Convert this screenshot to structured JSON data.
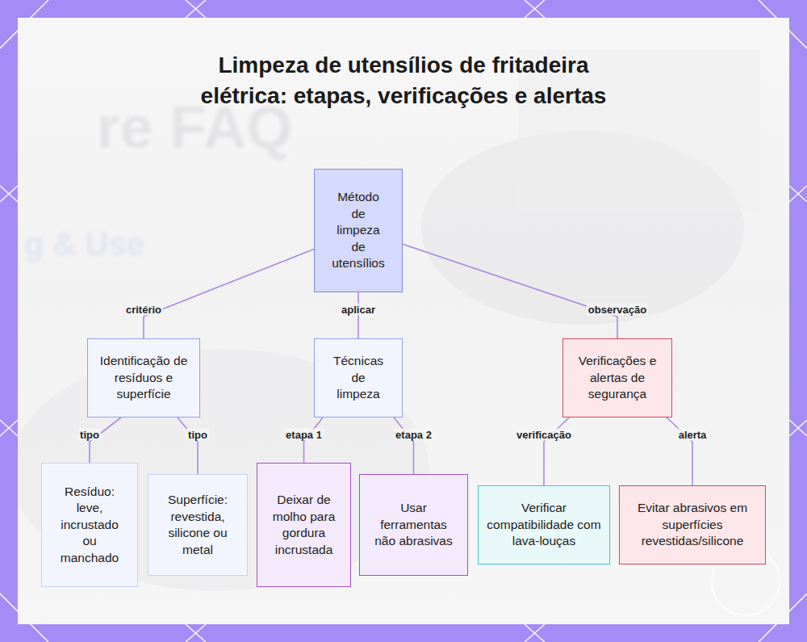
{
  "diagram": {
    "title": "Limpeza de utensílios de fritadeira elétrica: etapas, verificações e alertas",
    "nodes": [
      {
        "text": [
          "Método de limpeza de utensílios"
        ]
      },
      {
        "text": [
          "Identificação de resíduos e superfície"
        ]
      },
      {
        "text": [
          "Técnicas de limpeza"
        ]
      },
      {
        "text": [
          "Verificações e alertas de segurança"
        ]
      },
      {
        "text": [
          "Resíduo: leve, incrustado ou manchado"
        ]
      },
      {
        "text": [
          "Superfície: revestida, silicone ou metal"
        ]
      },
      {
        "text": [
          "Deixar de molho para gordura incrustada"
        ]
      },
      {
        "text": [
          "Usar ferramentas não abrasivas"
        ]
      },
      {
        "text": [
          "Verificar compatibilidade com lava-louças"
        ]
      },
      {
        "text": [
          "Evitar abrasivos em superfícies revestidas/silicone"
        ]
      }
    ],
    "edges": [
      {
        "from": 0,
        "to": 1,
        "label": "critério",
        "arrow": "none"
      },
      {
        "from": 0,
        "to": 2,
        "label": "aplicar",
        "arrow": "none"
      },
      {
        "from": 0,
        "to": 3,
        "label": "observação",
        "arrow": "none"
      },
      {
        "from": 1,
        "to": 4,
        "label": "tipo",
        "arrow": "none"
      },
      {
        "from": 1,
        "to": 5,
        "label": "tipo",
        "arrow": "none"
      },
      {
        "from": 2,
        "to": 6,
        "label": "etapa 1",
        "arrow": "none"
      },
      {
        "from": 2,
        "to": 7,
        "label": "etapa 2",
        "arrow": "none"
      },
      {
        "from": 3,
        "to": 8,
        "label": "verificação",
        "arrow": "none"
      },
      {
        "from": 3,
        "to": 9,
        "label": "alerta",
        "arrow": "none"
      }
    ],
    "labels": [
      "re FAQ",
      "g & Use"
    ]
  }
}
